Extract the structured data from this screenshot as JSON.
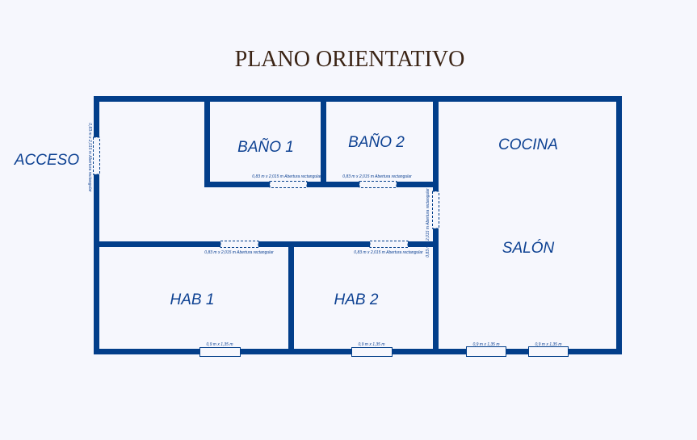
{
  "title": "PLANO ORIENTATIVO",
  "rooms": {
    "acceso": "ACCESO",
    "bano1": "BAÑO 1",
    "bano2": "BAÑO 2",
    "cocina": "COCINA",
    "salon": "SALÓN",
    "hab1": "HAB 1",
    "hab2": "HAB 2"
  },
  "doors": {
    "acceso": "0,83 m x 2,015 m Abertura rectangular",
    "bano1": "0,83 m x 2,015 m Abertura rectangular",
    "bano2": "0,83 m x 2,015 m Abertura rectangular",
    "hab1": "0,83 m x 2,015 m Abertura rectangular",
    "hab2": "0,83 m x 2,015 m Abertura rectangular",
    "salon": "0,83 m x 2,015 m Abertura rectangular"
  },
  "windows": {
    "hab1": "0,9 m x 1,35 m",
    "hab2": "0,9 m x 1,35 m",
    "salon1": "0,9 m x 1,35 m",
    "salon2": "0,9 m x 1,35 m"
  },
  "colors": {
    "wall": "#023e8a",
    "title": "#3b2415",
    "background": "#f6f7fd"
  }
}
